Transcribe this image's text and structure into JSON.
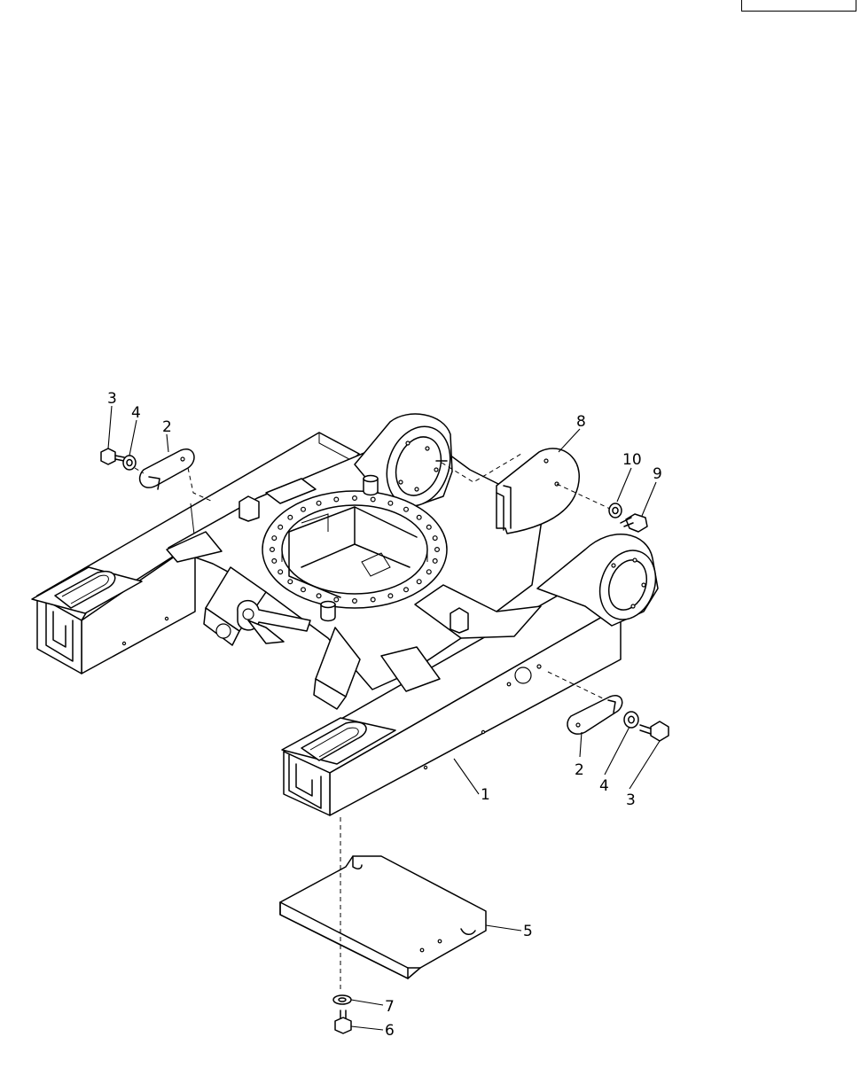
{
  "drawing": {
    "callouts": [
      {
        "id": "c1",
        "label": "1"
      },
      {
        "id": "c2a",
        "label": "2"
      },
      {
        "id": "c2b",
        "label": "2"
      },
      {
        "id": "c3a",
        "label": "3"
      },
      {
        "id": "c3b",
        "label": "3"
      },
      {
        "id": "c4a",
        "label": "4"
      },
      {
        "id": "c4b",
        "label": "4"
      },
      {
        "id": "c5",
        "label": "5"
      },
      {
        "id": "c6",
        "label": "6"
      },
      {
        "id": "c7",
        "label": "7"
      },
      {
        "id": "c8",
        "label": "8"
      },
      {
        "id": "c9",
        "label": "9"
      },
      {
        "id": "c10",
        "label": "10"
      }
    ]
  }
}
